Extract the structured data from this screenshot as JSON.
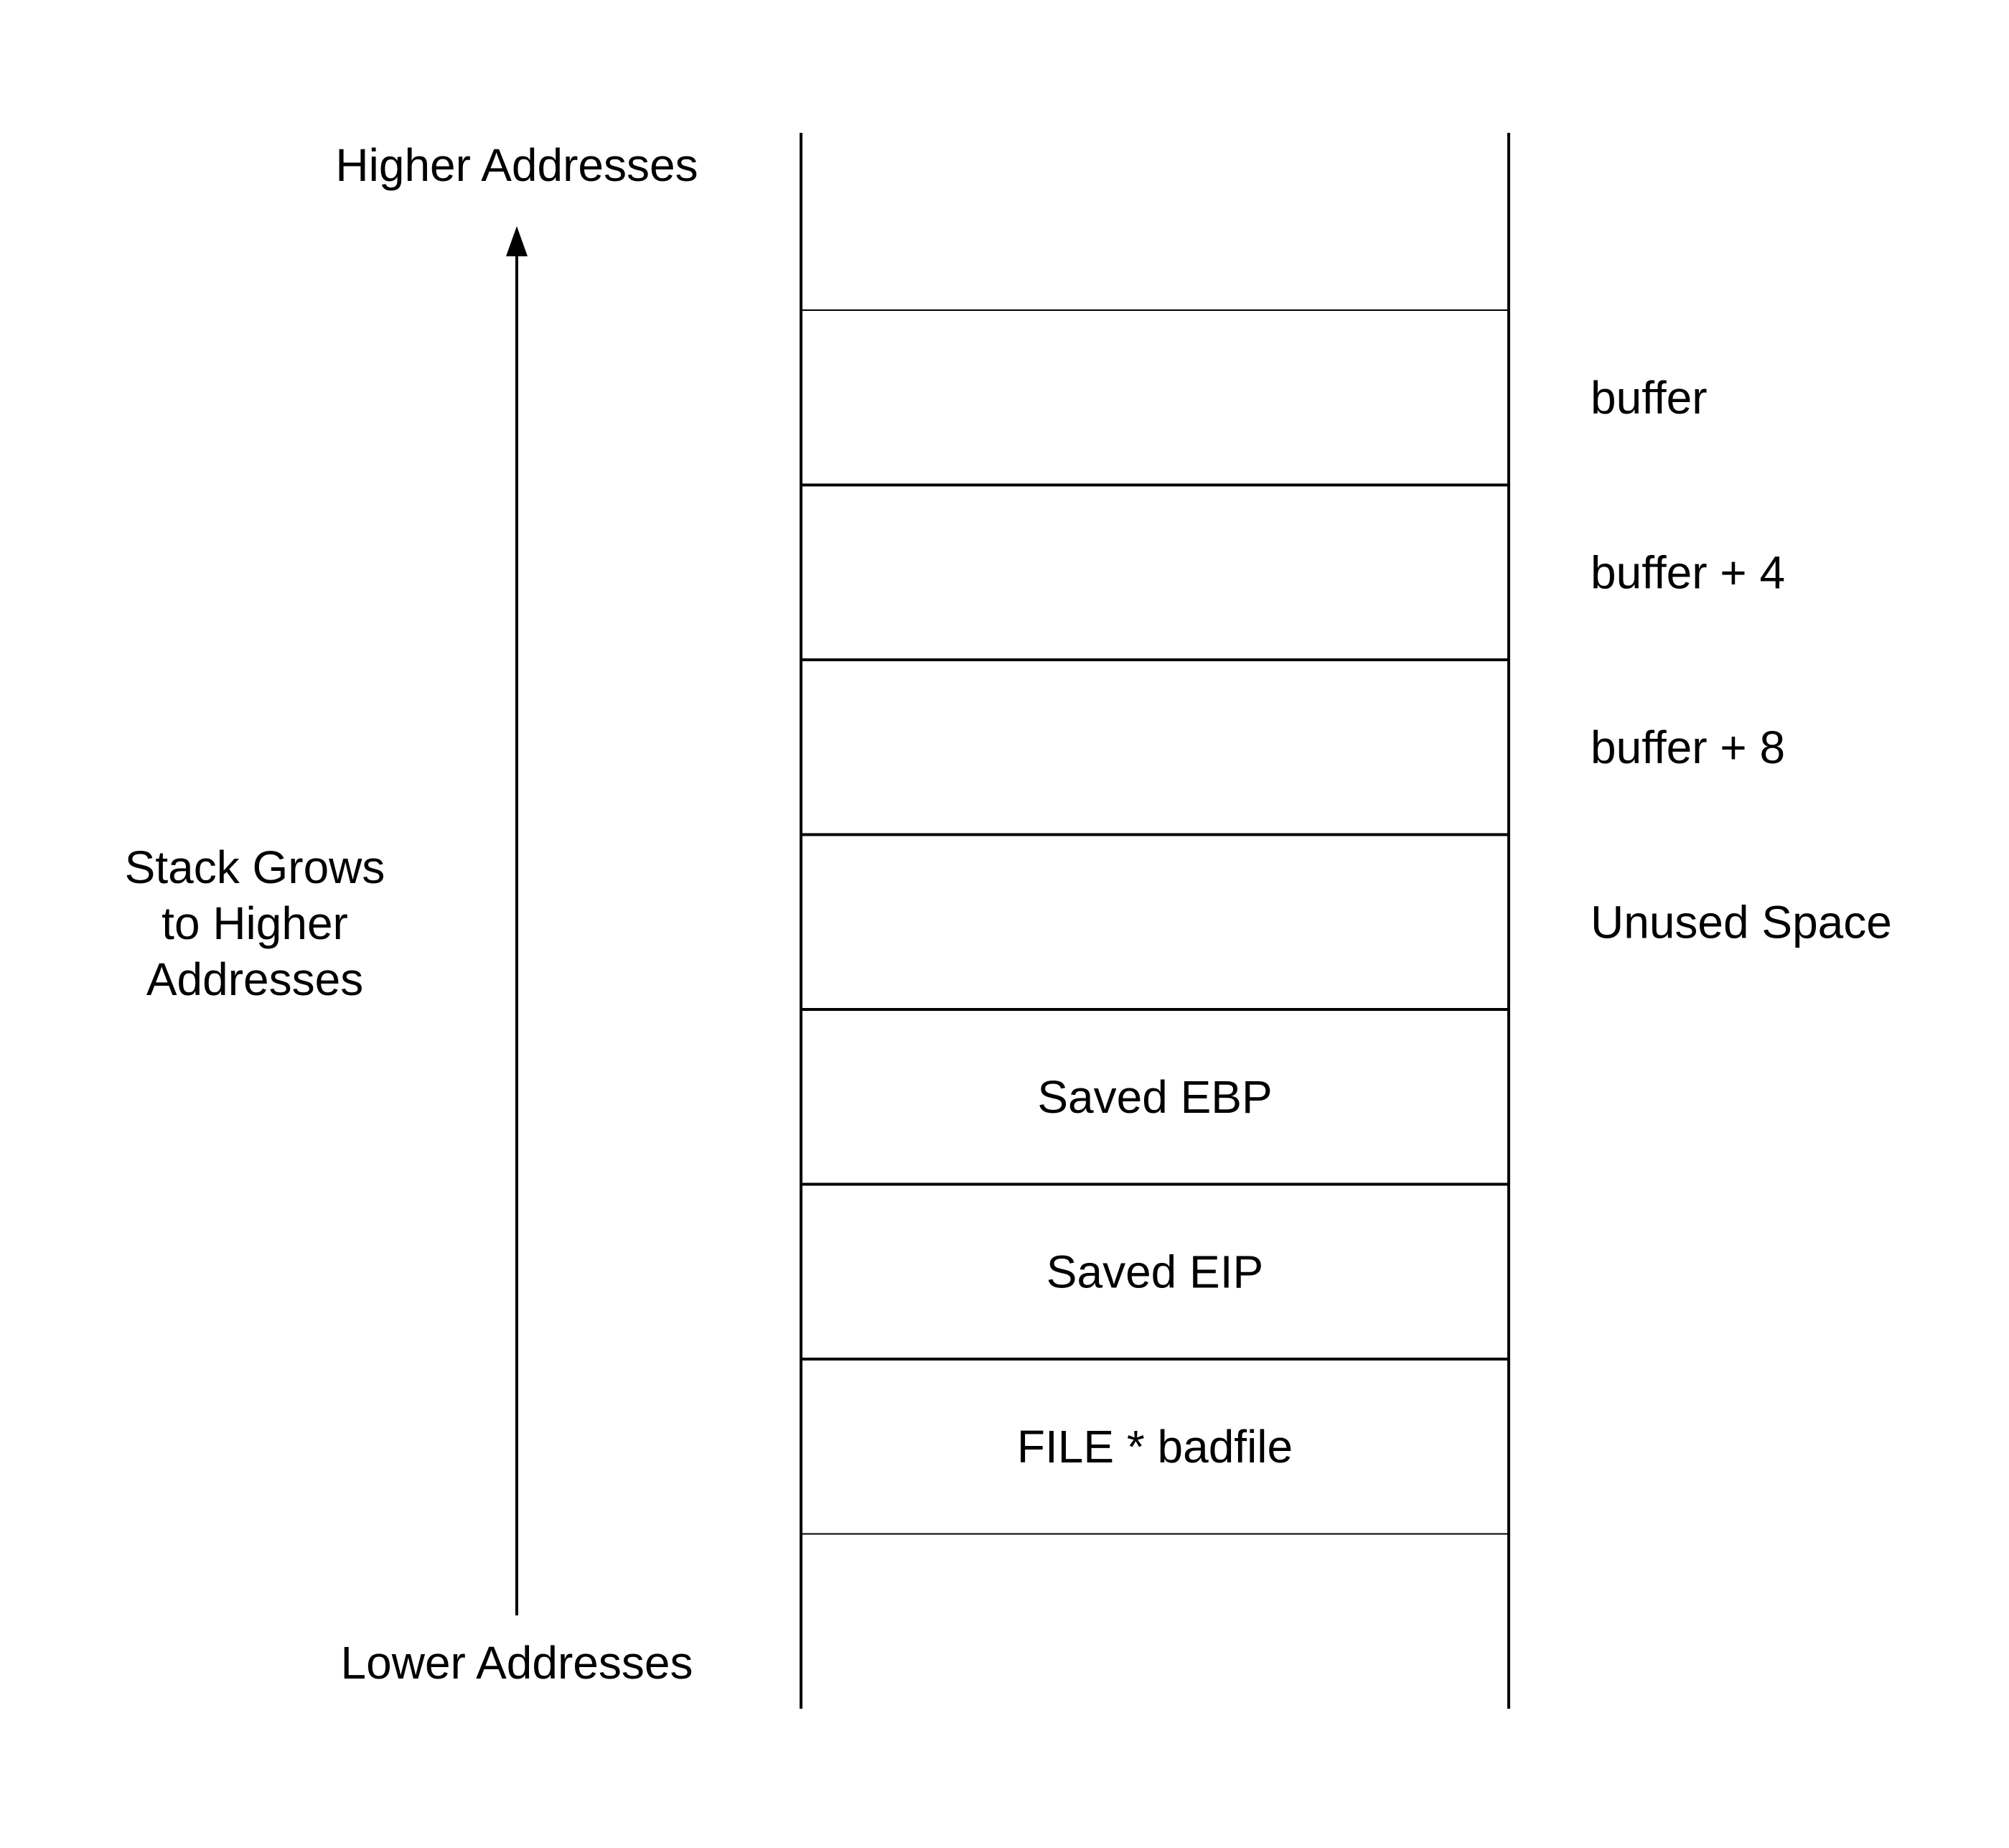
{
  "diagram": {
    "top_label": "Higher Addresses",
    "bottom_label": "Lower Addresses",
    "growth_label": [
      "Stack Grows",
      "to Higher",
      "Addresses"
    ],
    "slots": [
      {
        "inside": "",
        "side": "buffer"
      },
      {
        "inside": "",
        "side": "buffer + 4"
      },
      {
        "inside": "",
        "side": "buffer + 8"
      },
      {
        "inside": "",
        "side": "Unused Space"
      },
      {
        "inside": "Saved EBP",
        "side": ""
      },
      {
        "inside": "Saved EIP",
        "side": ""
      },
      {
        "inside": "FILE * badfile",
        "side": ""
      }
    ]
  }
}
